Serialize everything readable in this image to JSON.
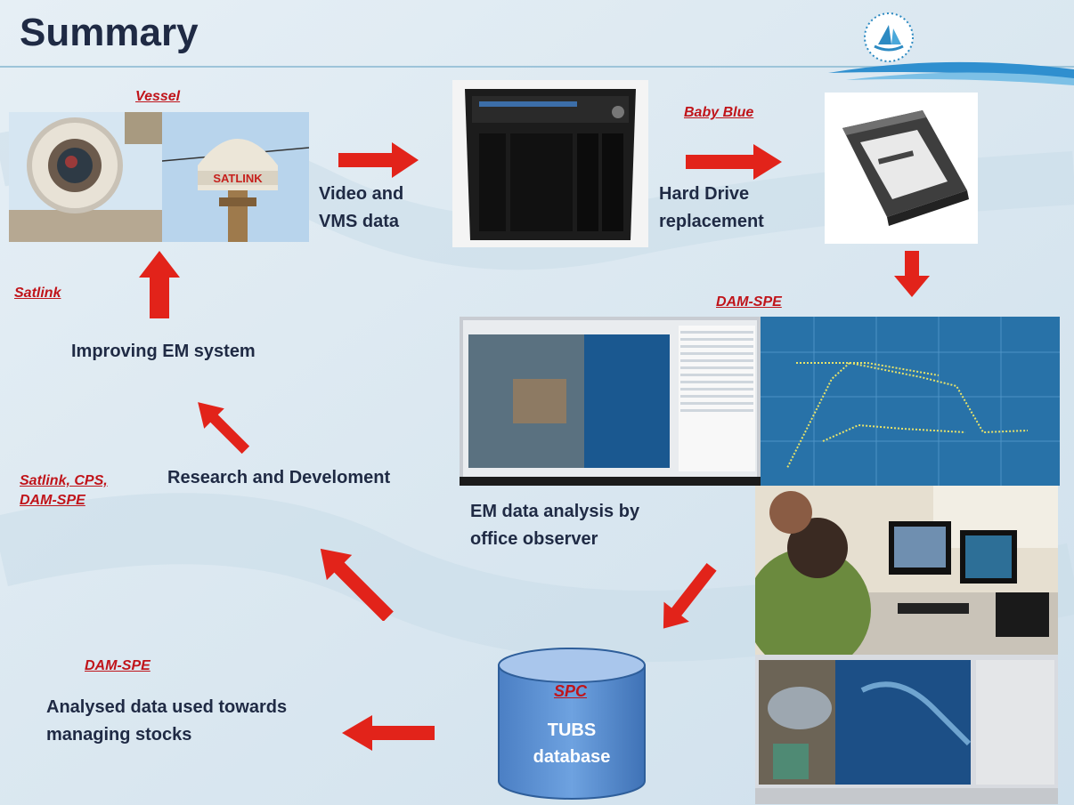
{
  "title": "Summary",
  "labels": {
    "vessel": "Vessel",
    "baby_blue": "Baby Blue",
    "dam_spe_top": "DAM-SPE",
    "satlink": "Satlink",
    "satlink_cps_line1": "Satlink, CPS,",
    "satlink_cps_line2": "DAM-SPE",
    "dam_spe_bottom": "DAM-SPE",
    "spc": "SPC"
  },
  "text": {
    "video_line1": "Video and",
    "video_line2": "VMS data",
    "hard_drive_line1": "Hard Drive",
    "hard_drive_line2": "replacement",
    "improving": "Improving EM system",
    "research": "Research and Develoment",
    "em_line1": "EM data analysis by",
    "em_line2": "office observer",
    "analysed_line1": "Analysed data used towards",
    "analysed_line2": "managing stocks",
    "tubs_line1": "TUBS",
    "tubs_line2": "database"
  },
  "image_text": {
    "satlink_dome": "SATLINK"
  },
  "colors": {
    "arrow": "#e2231a",
    "label_red": "#c0141a",
    "title": "#1f2a44",
    "database": "#5b8fd0",
    "background": "#dde9f1"
  },
  "icons": {
    "logo": "spc-logo-icon",
    "arrow": "red-arrow-icon",
    "database": "cylinder-database-icon"
  }
}
